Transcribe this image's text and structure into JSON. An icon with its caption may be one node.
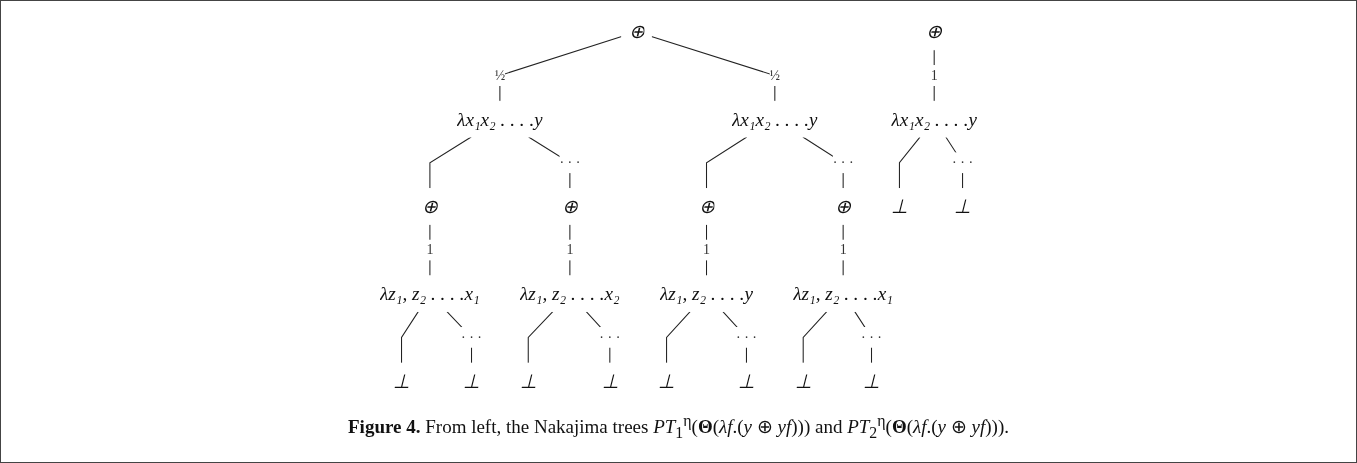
{
  "diagram": {
    "caption": "**Figure 4.** From left, the Nakajima trees *PT*$_{1}$$^{η}$(**Θ**(*λf*.(*y* ⊕ *yf*))) and *PT*$_{2}$$^{η}$(**Θ**(*λf*.(*y* ⊕ *yf*))).",
    "nodes": [
      {
        "text": [
          "⊕"
        ]
      },
      {
        "text": [
          "λx₁x₂ . . . .y"
        ]
      },
      {
        "text": [
          "λx₁x₂ . . . .y"
        ]
      },
      {
        "text": [
          "⊕"
        ]
      },
      {
        "text": [
          "⊕"
        ]
      },
      {
        "text": [
          "⊕"
        ]
      },
      {
        "text": [
          "⊕"
        ]
      },
      {
        "text": [
          "⊕"
        ]
      },
      {
        "text": [
          "λx₁x₂ . . . .y"
        ]
      },
      {
        "text": [
          "λz₁, z₂ . . . .x₁"
        ]
      },
      {
        "text": [
          "λz₁, z₂ . . . .x₂"
        ]
      },
      {
        "text": [
          "λz₁, z₂ . . . .y"
        ]
      },
      {
        "text": [
          "λz₁, z₂ . . . .x₁"
        ]
      },
      {
        "text": [
          "⊥"
        ]
      },
      {
        "text": [
          "⊥"
        ]
      },
      {
        "text": [
          "⊥"
        ]
      },
      {
        "text": [
          "⊥"
        ]
      },
      {
        "text": [
          "⊥"
        ]
      },
      {
        "text": [
          "⊥"
        ]
      },
      {
        "text": [
          "⊥"
        ]
      },
      {
        "text": [
          "⊥"
        ]
      },
      {
        "text": [
          "⊥"
        ]
      },
      {
        "text": [
          "⊥"
        ]
      }
    ],
    "edges": [
      {
        "from": 3,
        "to": 8,
        "arrow": "none",
        "label": "1"
      },
      {
        "from": 8,
        "to": 13,
        "arrow": "none"
      },
      {
        "from": 8,
        "to": 14,
        "arrow": "none",
        "label": "· · ·"
      },
      {
        "from": 0,
        "to": 1,
        "arrow": "none",
        "label": "½"
      },
      {
        "from": 0,
        "to": 2,
        "arrow": "none",
        "label": "½"
      },
      {
        "from": 1,
        "to": 4,
        "arrow": "none"
      },
      {
        "from": 1,
        "to": 5,
        "arrow": "none",
        "label": "· · ·"
      },
      {
        "from": 2,
        "to": 6,
        "arrow": "none"
      },
      {
        "from": 2,
        "to": 7,
        "arrow": "none",
        "label": "· · ·"
      },
      {
        "from": 4,
        "to": 9,
        "arrow": "none",
        "label": "1"
      },
      {
        "from": 5,
        "to": 10,
        "arrow": "none",
        "label": "1"
      },
      {
        "from": 6,
        "to": 11,
        "arrow": "none",
        "label": "1"
      },
      {
        "from": 7,
        "to": 12,
        "arrow": "none",
        "label": "1"
      },
      {
        "from": 9,
        "to": 15,
        "arrow": "none"
      },
      {
        "from": 9,
        "to": 16,
        "arrow": "none",
        "label": "· · ·"
      },
      {
        "from": 10,
        "to": 17,
        "arrow": "none"
      },
      {
        "from": 10,
        "to": 18,
        "arrow": "none",
        "label": "· · ·"
      },
      {
        "from": 11,
        "to": 19,
        "arrow": "none"
      },
      {
        "from": 11,
        "to": 20,
        "arrow": "none",
        "label": "· · ·"
      },
      {
        "from": 12,
        "to": 21,
        "arrow": "none"
      },
      {
        "from": 12,
        "to": 22,
        "arrow": "none",
        "label": "· · ·"
      }
    ]
  }
}
